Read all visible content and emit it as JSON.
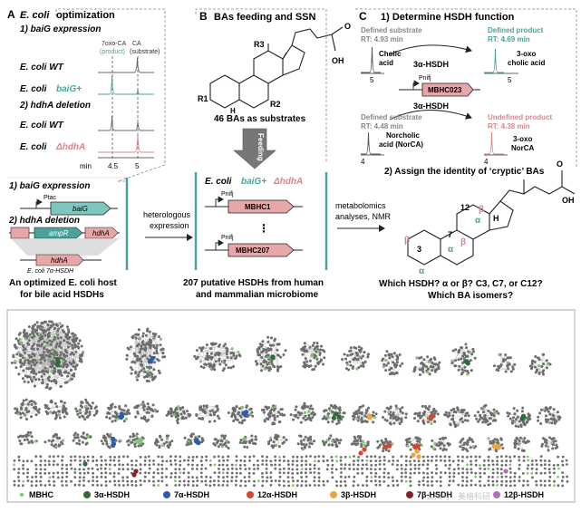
{
  "panel_a": {
    "letter": "A",
    "title_rest": "optimization",
    "title_org": "E. coli",
    "step1": "1) baiG expression",
    "step2": "2) hdhA deletion",
    "col_left_top": "7oxo-CA",
    "col_left_bot": "(product)",
    "col_right_top": "CA",
    "col_right_bot": "(substrate)",
    "row1": "E. coli WT",
    "row2_org": "E. coli",
    "row2_gene": "baiG+",
    "row3": "E. coli WT",
    "row4_org": "E. coli",
    "row4_gene": "ΔhdhA",
    "axis_unit": "min",
    "tick1": "4.5",
    "tick2": "5",
    "lower_step1": "1) baiG expression",
    "promoter": "Ptac",
    "gene_baig": "baiG",
    "lower_step2": "2) hdhA deletion",
    "gene_ampr": "ampR",
    "gene_hdha": "hdhA",
    "knockout_label": "E. coli 7α-HSDH",
    "caption_line1": "An optimized E. coli host",
    "caption_line2": "for bile acid HSDHs"
  },
  "panel_b": {
    "letter": "B",
    "title": "BAs feeding and SSN",
    "r3": "R3",
    "r1": "R1",
    "r2": "R2",
    "h": "H",
    "oh": "OH",
    "o": "O",
    "substrates": "46 BAs as substrates",
    "feeding": "Feeding",
    "host_org": "E. coli",
    "host_gene1": "baiG+",
    "host_gene2": "ΔhdhA",
    "promoter": "Pnifj",
    "gene1": "MBHC1",
    "dots": "⋮",
    "gene2": "MBHC207",
    "caption_line1": "207 putative HSDHs from human",
    "caption_line2": "and mammalian microbiome"
  },
  "panel_c": {
    "letter": "C",
    "title1": "1) Determine HSDH function",
    "defined_sub1": "Defined substrate",
    "rt1": "RT: 4.93 min",
    "cholic": "Cholic",
    "acid": "acid",
    "tick_a": "5",
    "enzyme1": "3α-HSDH",
    "promoter": "Pnifj",
    "gene": "MBHC023",
    "defined_prod": "Defined product",
    "rt2": "RT: 4.69 min",
    "prod1_line1": "3-oxo",
    "prod1_line2": "cholic acid",
    "tick_b": "5",
    "enzyme2": "3α-HSDH",
    "defined_sub2": "Defined substrate",
    "rt3": "RT: 4.48 min",
    "norcholic": "Norcholic",
    "norca": "acid (NorCA)",
    "tick_c": "4",
    "undefined_prod": "Undefined product",
    "rt4": "RT: 4.38 min",
    "prod2_line1": "3-oxo",
    "prod2_line2": "NorCA",
    "tick_d": "4",
    "title2": "2) Assign the identity of ‘cryptic’ BAs"
  },
  "middle": {
    "hetero_line1": "heterologous",
    "hetero_line2": "expression",
    "metab_line1": "metabolomics",
    "metab_line2": "analyses, NMR",
    "alpha": "α",
    "beta": "β",
    "n3": "3",
    "n7": "7",
    "n12": "12",
    "h": "H",
    "oh": "OH",
    "o": "O",
    "question1": "Which HSDH? α or β? C3, C7, or C12?",
    "question2": "Which BA isomers?"
  },
  "legend": [
    {
      "label": "MBHC",
      "color": "#7ccf6b"
    },
    {
      "label": "3α-HSDH",
      "color": "#2e6b38"
    },
    {
      "label": "7α-HSDH",
      "color": "#2f5ca8"
    },
    {
      "label": "12α-HSDH",
      "color": "#d8462e"
    },
    {
      "label": "3β-HSDH",
      "color": "#f0a33c"
    },
    {
      "label": "7β-HSDH",
      "color": "#8a1f23"
    },
    {
      "label": "12β-HSDH",
      "color": "#b36fb8"
    }
  ],
  "watermark": "公众号 · 美格科研",
  "colors": {
    "teal": "#4aa39b",
    "pink": "#d9868a",
    "pink_fill": "#e7a7a9",
    "teal_fill": "#7fc5c0",
    "node_gray": "#6d6d6d",
    "edge_gray": "#a9a9a9"
  }
}
